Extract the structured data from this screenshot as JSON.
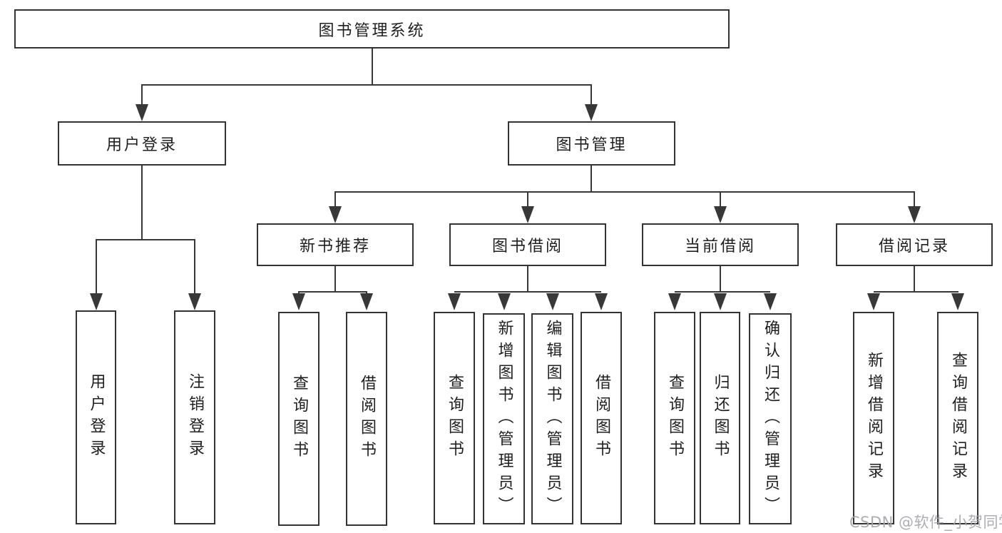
{
  "root": {
    "label": "图书管理系统"
  },
  "level2": [
    {
      "label": "用户登录"
    },
    {
      "label": "图书管理"
    }
  ],
  "level3": [
    {
      "label": "新书推荐"
    },
    {
      "label": "图书借阅"
    },
    {
      "label": "当前借阅"
    },
    {
      "label": "借阅记录"
    }
  ],
  "leaves": [
    {
      "parent": "用户登录",
      "label": "用户登录"
    },
    {
      "parent": "用户登录",
      "label": "注销登录"
    },
    {
      "parent": "新书推荐",
      "label": "查询图书"
    },
    {
      "parent": "新书推荐",
      "label": "借阅图书"
    },
    {
      "parent": "图书借阅",
      "label": "查询图书"
    },
    {
      "parent": "图书借阅",
      "label": "新增图书（管理员）"
    },
    {
      "parent": "图书借阅",
      "label": "编辑图书（管理员）"
    },
    {
      "parent": "图书借阅",
      "label": "借阅图书"
    },
    {
      "parent": "当前借阅",
      "label": "查询图书"
    },
    {
      "parent": "当前借阅",
      "label": "归还图书"
    },
    {
      "parent": "当前借阅",
      "label": "确认归还（管理员）"
    },
    {
      "parent": "借阅记录",
      "label": "新增借阅记录"
    },
    {
      "parent": "借阅记录",
      "label": "查询借阅记录"
    }
  ],
  "watermark": {
    "text": "CSDN @软件_小贺同学"
  },
  "colors": {
    "line": "#383838",
    "box_border": "#333333",
    "text": "#1f1f1f",
    "background": "#ffffff",
    "watermark": "#a5a5aa"
  }
}
